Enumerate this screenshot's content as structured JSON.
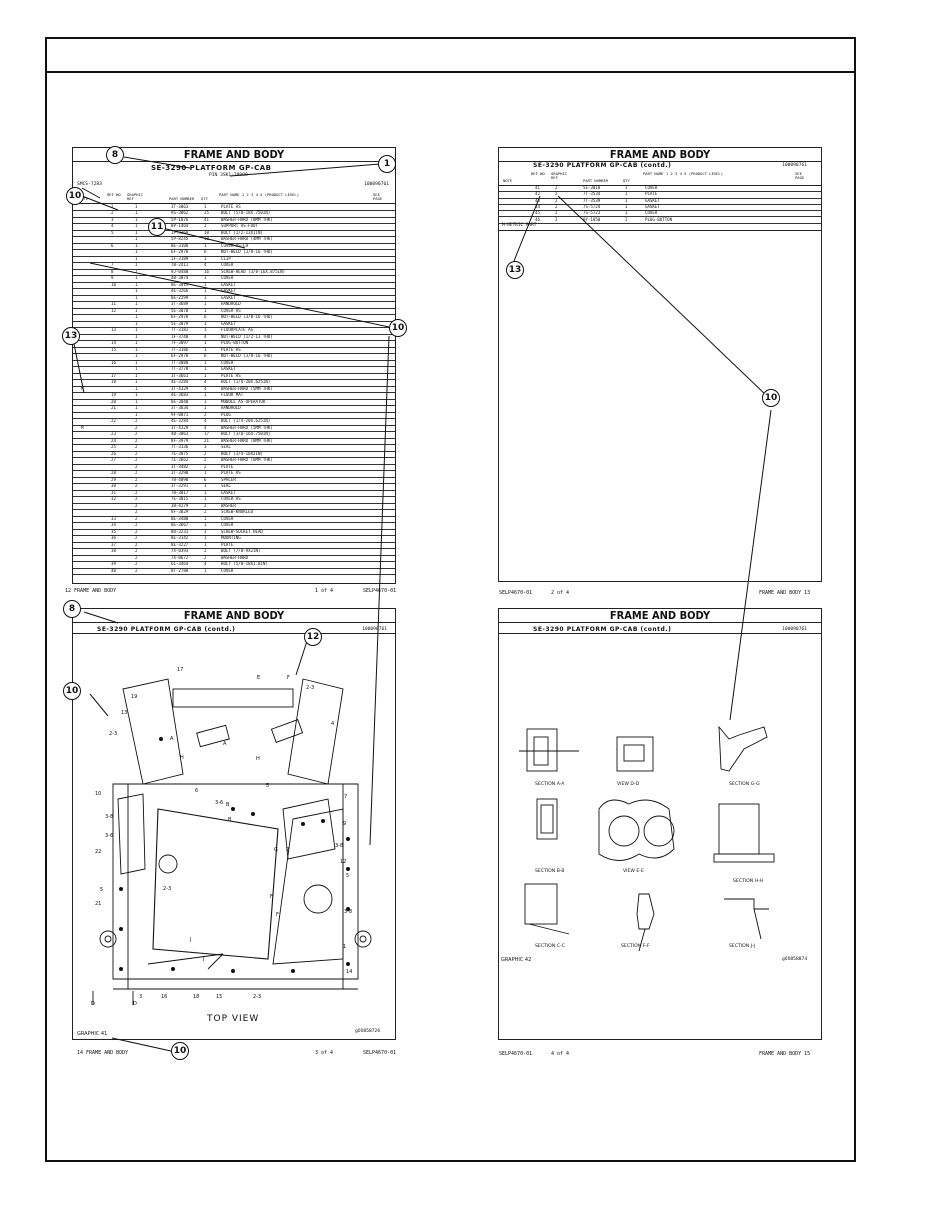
{
  "page1": {
    "title": "FRAME AND BODY",
    "subtitle": "SE-3290 PLATFORM GP-CAB",
    "pin": "PIN 3SK1-29999",
    "smcs": "SMCS-7283",
    "docnum": "100090761",
    "col_note": "NOTE",
    "col_ref": "REF NO",
    "col_graphic": "GRAPHIC REF",
    "col_part": "PART NUMBER",
    "col_qty": "QTY",
    "col_name": "PART NAME 1 2 3 4 5 (PRODUCT LEVEL)",
    "col_see": "SEE PAGE",
    "rows": [
      {
        "note": "",
        "ref": "1",
        "g": "1",
        "part": "3T-3063",
        "qty": "1",
        "name": "PLATE AS"
      },
      {
        "note": "",
        "ref": "2",
        "g": "1",
        "part": "9S-3062",
        "qty": "25",
        "name": "BOLT (5/8-18X.750IN)"
      },
      {
        "note": "",
        "ref": "3",
        "g": "1",
        "part": "5P-1076",
        "qty": "41",
        "name": "WASHER-HARD (8MM THK)"
      },
      {
        "note": "",
        "ref": "4",
        "g": "1",
        "part": "8P-1464",
        "qty": "2",
        "name": "SUPPORT AS-FOOT"
      },
      {
        "note": "",
        "ref": "5",
        "g": "1",
        "part": "1P-3369",
        "qty": "10",
        "name": "BOLT (1/2-13X1IN)"
      },
      {
        "note": "",
        "ref": "",
        "g": "1",
        "part": "5P-8245",
        "qty": "10",
        "name": "WASHER-HARD (4MM THK)"
      },
      {
        "note": "",
        "ref": "6",
        "g": "1",
        "part": "8E-3108",
        "qty": "1",
        "name": "COVER AS-LH"
      },
      {
        "note": "",
        "ref": "",
        "g": "1",
        "part": "6F-2978",
        "qty": "6",
        "name": "NUT-WELD (3/8-16 THD)"
      },
      {
        "note": "",
        "ref": "",
        "g": "1",
        "part": "1F-3189",
        "qty": "1",
        "name": "CLIP"
      },
      {
        "note": "",
        "ref": "7",
        "g": "1",
        "part": "7B-2411",
        "qty": "4",
        "name": "COVER"
      },
      {
        "note": "",
        "ref": "8",
        "g": "1",
        "part": "9J-0488",
        "qty": "16",
        "name": "SCREW-HEAD (3/8-16X.875IN)"
      },
      {
        "note": "",
        "ref": "9",
        "g": "1",
        "part": "4B-3074",
        "qty": "1",
        "name": "COVER"
      },
      {
        "note": "",
        "ref": "10",
        "g": "1",
        "part": "8E-3015",
        "qty": "1",
        "name": "GASKET"
      },
      {
        "note": "",
        "ref": "",
        "g": "1",
        "part": "4E-3266",
        "qty": "1",
        "name": "GASKET"
      },
      {
        "note": "",
        "ref": "",
        "g": "1",
        "part": "8E-2299",
        "qty": "1",
        "name": "GASKET"
      },
      {
        "note": "",
        "ref": "11",
        "g": "1",
        "part": "3T-3689",
        "qty": "1",
        "name": "HANDHOLD"
      },
      {
        "note": "",
        "ref": "12",
        "g": "1",
        "part": "5E-3078",
        "qty": "1",
        "name": "COVER AS"
      },
      {
        "note": "",
        "ref": "",
        "g": "1",
        "part": "6F-2978",
        "qty": "6",
        "name": "NUT-WELD (3/8-16 THD)"
      },
      {
        "note": "",
        "ref": "",
        "g": "1",
        "part": "5E-3079",
        "qty": "1",
        "name": "GASKET"
      },
      {
        "note": "",
        "ref": "13",
        "g": "1",
        "part": "7T-3181",
        "qty": "1",
        "name": "FLOORPLATE AS"
      },
      {
        "note": "",
        "ref": "",
        "g": "1",
        "part": "1F-3748",
        "qty": "4",
        "name": "NUT-WELD (1/2-13 THD)"
      },
      {
        "note": "",
        "ref": "14",
        "g": "1",
        "part": "7F-3097",
        "qty": "1",
        "name": "PLUG-BUTTON"
      },
      {
        "note": "",
        "ref": "15",
        "g": "1",
        "part": "7T-3186",
        "qty": "1",
        "name": "PLATE AS"
      },
      {
        "note": "",
        "ref": "",
        "g": "1",
        "part": "6F-2978",
        "qty": "6",
        "name": "NUT-WELD (3/8-16 THD)"
      },
      {
        "note": "",
        "ref": "16",
        "g": "1",
        "part": "7T-3088",
        "qty": "1",
        "name": "COVER"
      },
      {
        "note": "",
        "ref": "",
        "g": "1",
        "part": "7T-3770",
        "qty": "1",
        "name": "GASKET"
      },
      {
        "note": "",
        "ref": "17",
        "g": "1",
        "part": "3T-3661",
        "qty": "1",
        "name": "PLATE AS"
      },
      {
        "note": "",
        "ref": "18",
        "g": "1",
        "part": "4E-3284",
        "qty": "4",
        "name": "BOLT (1/4-20X.625IN)"
      },
      {
        "note": "M",
        "ref": "",
        "g": "1",
        "part": "3T-4329",
        "qty": "4",
        "name": "WASHER-HARD (5MM THK)"
      },
      {
        "note": "",
        "ref": "19",
        "g": "1",
        "part": "4E-3683",
        "qty": "1",
        "name": "FLOOR MAT"
      },
      {
        "note": "",
        "ref": "20",
        "g": "1",
        "part": "8E-3040",
        "qty": "1",
        "name": "MODULE AS-OPERATOR"
      },
      {
        "note": "",
        "ref": "21",
        "g": "1",
        "part": "3T-3634",
        "qty": "1",
        "name": "HANDHOLD"
      },
      {
        "note": "",
        "ref": "",
        "g": "1",
        "part": "9F-0871",
        "qty": "2",
        "name": "PLUG"
      },
      {
        "note": "",
        "ref": "22",
        "g": "2",
        "part": "4E-3284",
        "qty": "4",
        "name": "BOLT (1/4-20X.625IN)"
      },
      {
        "note": "M",
        "ref": "",
        "g": "2",
        "part": "3T-4329",
        "qty": "4",
        "name": "WASHER-HARD (5MM THK)"
      },
      {
        "note": "",
        "ref": "23",
        "g": "2",
        "part": "4B-3063",
        "qty": "17",
        "name": "BOLT (3/8-16X.750IN)"
      },
      {
        "note": "",
        "ref": "24",
        "g": "2",
        "part": "8F-3979",
        "qty": "21",
        "name": "WASHER-HARD (8MM THK)"
      },
      {
        "note": "",
        "ref": "25",
        "g": "2",
        "part": "7T-3136",
        "qty": "1",
        "name": "SEAL"
      },
      {
        "note": "",
        "ref": "26",
        "g": "2",
        "part": "7E-3075",
        "qty": "2",
        "name": "BOLT (3/4-10X2IN)"
      },
      {
        "note": "",
        "ref": "27",
        "g": "2",
        "part": "7E-3662",
        "qty": "2",
        "name": "WASHER-HARD (6MM THK)"
      },
      {
        "note": "",
        "ref": "",
        "g": "2",
        "part": "3T-3482",
        "qty": "2",
        "name": "PLATE"
      },
      {
        "note": "",
        "ref": "28",
        "g": "2",
        "part": "3T-3290",
        "qty": "1",
        "name": "PLATE AS"
      },
      {
        "note": "",
        "ref": "29",
        "g": "2",
        "part": "7B-4898",
        "qty": "6",
        "name": "SPACER"
      },
      {
        "note": "",
        "ref": "30",
        "g": "2",
        "part": "3T-3291",
        "qty": "1",
        "name": "SEAL"
      },
      {
        "note": "",
        "ref": "31",
        "g": "2",
        "part": "7B-3017",
        "qty": "1",
        "name": "GASKET"
      },
      {
        "note": "",
        "ref": "32",
        "g": "2",
        "part": "7E-3015",
        "qty": "1",
        "name": "COVER AS"
      },
      {
        "note": "",
        "ref": "",
        "g": "2",
        "part": "3B-4279",
        "qty": "2",
        "name": "WASHER"
      },
      {
        "note": "",
        "ref": "",
        "g": "2",
        "part": "8F-3029",
        "qty": "2",
        "name": "SCREW-KNURLED"
      },
      {
        "note": "",
        "ref": "33",
        "g": "2",
        "part": "8E-3480",
        "qty": "1",
        "name": "COVER"
      },
      {
        "note": "",
        "ref": "34",
        "g": "2",
        "part": "8E-3667",
        "qty": "1",
        "name": "COVER"
      },
      {
        "note": "",
        "ref": "35",
        "g": "2",
        "part": "8U-3231",
        "qty": "3",
        "name": "SCREW-SOCKET HEAD"
      },
      {
        "note": "",
        "ref": "36",
        "g": "2",
        "part": "8E-3142",
        "qty": "1",
        "name": "MOUNTING"
      },
      {
        "note": "",
        "ref": "37",
        "g": "2",
        "part": "8E-3227",
        "qty": "1",
        "name": "PLATE"
      },
      {
        "note": "",
        "ref": "38",
        "g": "2",
        "part": "7X-0393",
        "qty": "2",
        "name": "BOLT (7/8-9X2IN)"
      },
      {
        "note": "",
        "ref": "",
        "g": "2",
        "part": "7X-0672",
        "qty": "2",
        "name": "WASHER-HARD"
      },
      {
        "note": "",
        "ref": "39",
        "g": "2",
        "part": "6L-3464",
        "qty": "4",
        "name": "BOLT (5/8-18X1.0IN)"
      },
      {
        "note": "",
        "ref": "40",
        "g": "2",
        "part": "8T-2788",
        "qty": "1",
        "name": "COVER"
      }
    ],
    "footer_left": "12  FRAME AND BODY",
    "footer_mid": "1  of  4",
    "footer_right": "SELP4670-01"
  },
  "page2": {
    "title": "FRAME AND BODY",
    "subtitle": "SE-3290 PLATFORM GP-CAB (contd.)",
    "docnum": "100090761",
    "col_note": "NOTE",
    "col_ref": "REF NO",
    "col_graphic": "GRAPHIC REF",
    "col_part": "PART NUMBER",
    "col_qty": "QTY",
    "col_name": "PART NAME 1 2 3 4 5 (PRODUCT LEVEL)",
    "col_see": "SEE PAGE",
    "rows": [
      {
        "ref": "41",
        "g": "2",
        "part": "5E-3018",
        "qty": "1",
        "name": "COVER"
      },
      {
        "ref": "42",
        "g": "2",
        "part": "7T-3534",
        "qty": "1",
        "name": "PLATE"
      },
      {
        "ref": "43",
        "g": "2",
        "part": "7T-3539",
        "qty": "1",
        "name": "GASKET"
      },
      {
        "ref": "44",
        "g": "2",
        "part": "7S-5724",
        "qty": "1",
        "name": "GASKET"
      },
      {
        "ref": "45",
        "g": "2",
        "part": "7S-5723",
        "qty": "1",
        "name": "COVER"
      },
      {
        "ref": "46",
        "g": "2",
        "part": "9Y-1050",
        "qty": "2",
        "name": "PLUG-BUTTON"
      }
    ],
    "metric_note": "M-METRIC PART",
    "footer_left": "SELP4670-01",
    "footer_mid": "2  of  4",
    "footer_right": "FRAME AND BODY  13"
  },
  "page3": {
    "title": "FRAME AND BODY",
    "subtitle": "SE-3290 PLATFORM GP-CAB (contd.)",
    "docnum": "100090761",
    "view_label": "TOP VIEW",
    "graphic_label": "GRAPHIC 41",
    "image_id": "g00858726",
    "footer_left": "14  FRAME AND BODY",
    "footer_mid": "3  of  4",
    "footer_right": "SELP4670-01",
    "labels": [
      "17",
      "2-3",
      "19",
      "13",
      "4",
      "E",
      "F",
      "2-3",
      "A",
      "A",
      "5",
      "H",
      "H",
      "10",
      "3-6",
      "6",
      "B",
      "B",
      "7",
      "9",
      "3-8",
      "3-6",
      "22",
      "G",
      "3-8",
      "12",
      "2",
      "2-3",
      "5",
      "5",
      "21",
      "F",
      "F",
      "3-8",
      "J",
      "J",
      "1",
      "3",
      "16",
      "18",
      "15",
      "2-3",
      "14",
      "D",
      "D"
    ]
  },
  "page4": {
    "title": "FRAME AND BODY",
    "subtitle": "SE-3290 PLATFORM GP-CAB (contd.)",
    "docnum": "100090761",
    "graphic_label": "GRAPHIC 42",
    "image_id": "g00858874",
    "sections": [
      "SECTION A-A",
      "VIEW D-D",
      "SECTION G-G",
      "SECTION B-B",
      "VIEW E-E",
      "SECTION H-H",
      "SECTION C-C",
      "SECTION F-F",
      "SECTION J-J"
    ],
    "footer_left": "SELP4670-01",
    "footer_mid": "4  of  4",
    "footer_right": "FRAME AND BODY  15"
  },
  "callouts": {
    "c8a": "8",
    "c1": "1",
    "c10a": "10",
    "c11": "11",
    "c10b": "10",
    "c13a": "13",
    "c13b": "13",
    "c10c": "10",
    "c8b": "8",
    "c12": "12",
    "c10d": "10",
    "c10e": "10"
  }
}
